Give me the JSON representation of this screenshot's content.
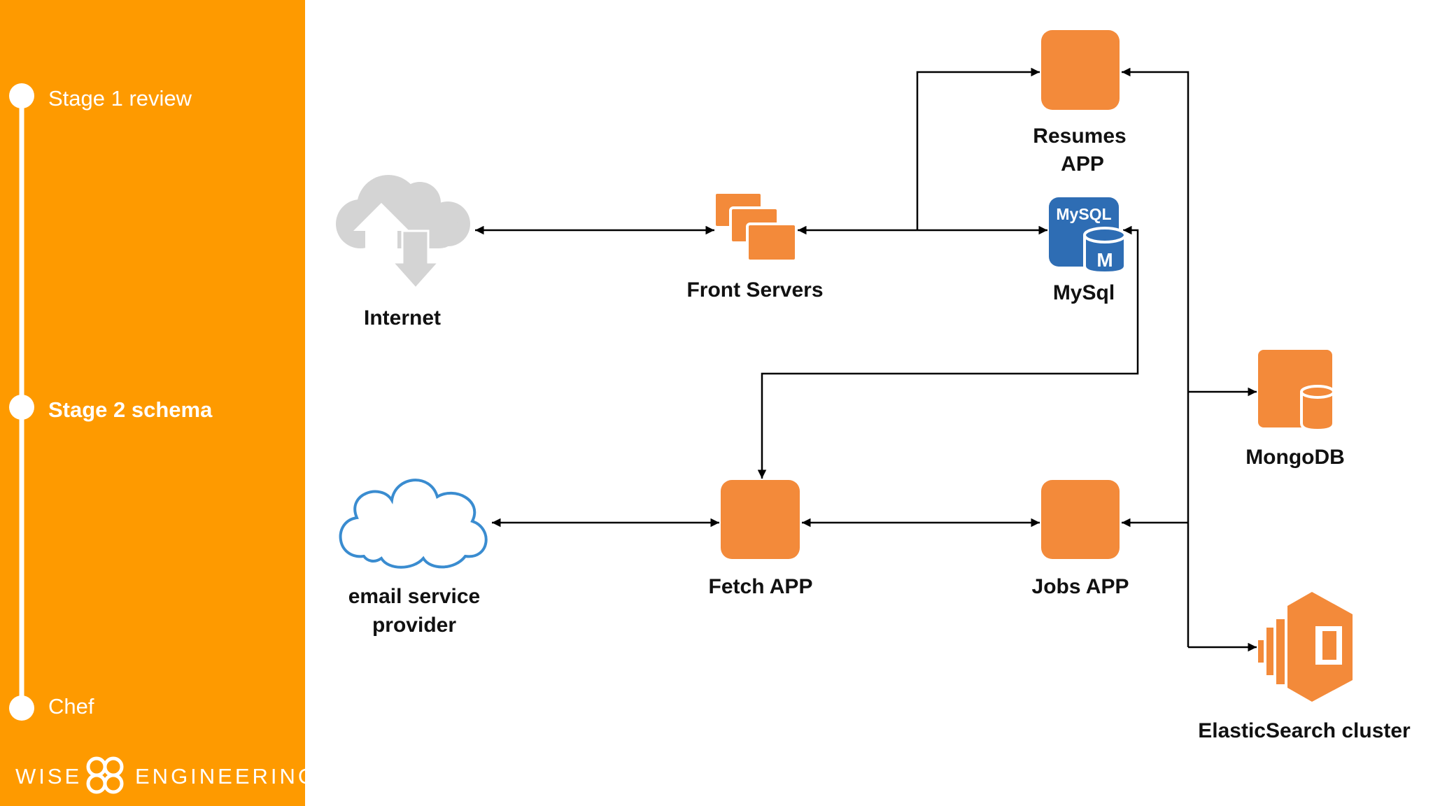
{
  "sidebar": {
    "stages": [
      {
        "label": "Stage 1 review",
        "active": false
      },
      {
        "label": "Stage 2 schema",
        "active": true
      },
      {
        "label": "Chef",
        "active": false
      }
    ],
    "logo": {
      "left": "WISE",
      "right": "ENGINEERING"
    },
    "color": "#FE9A00"
  },
  "diagram": {
    "nodes": {
      "internet": "Internet",
      "front_servers": "Front Servers",
      "resumes_line1": "Resumes",
      "resumes_line2": "APP",
      "mysql": "MySql",
      "mysql_logo": "MySQL",
      "mysql_db_letter": "M",
      "mongodb": "MongoDB",
      "fetch": "Fetch APP",
      "jobs": "Jobs APP",
      "email_line1": "email service",
      "email_line2": "provider",
      "elastic": "ElasticSearch cluster"
    },
    "colors": {
      "app": "#F38A3A",
      "mysql": "#2E6DB4",
      "cloud_gray": "#D4D4D4",
      "cloud_blue": "#3A8CD0"
    }
  }
}
